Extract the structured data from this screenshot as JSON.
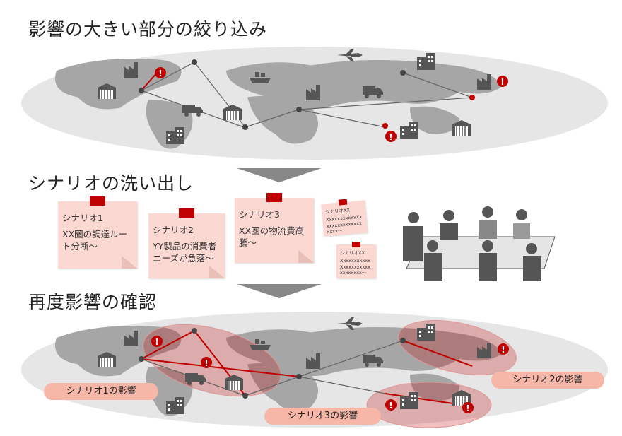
{
  "titles": {
    "step1": "影響の大きい部分の絞り込み",
    "step2": "シナリオの洗い出し",
    "step3": "再度影響の確認"
  },
  "notes": [
    {
      "label": "シナリオ1",
      "text": "XX圏の調達ルート分断～"
    },
    {
      "label": "シナリオ2",
      "text": "YY製品の消費者ニーズが急落～"
    },
    {
      "label": "シナリオ3",
      "text": "XX圏の物流費高騰～"
    },
    {
      "label": "シナリオXX",
      "text": "XxxxxxxxxxxXxxxxxxxxxxxxxxxxxx～"
    },
    {
      "label": "シナリオXX",
      "text": "XxxxxxxxxxxXxxxxxxxxxxxxxxxxxx～"
    }
  ],
  "impacts": {
    "s1": "シナリオ1の影響",
    "s2": "シナリオ2の影響",
    "s3": "シナリオ3の影響"
  },
  "colors": {
    "accent": "#c00000",
    "map_land": "#a6a6a6",
    "map_sea": "#e6e6e6",
    "note": "#fbd9d2",
    "impact": "#f6b7a8"
  }
}
